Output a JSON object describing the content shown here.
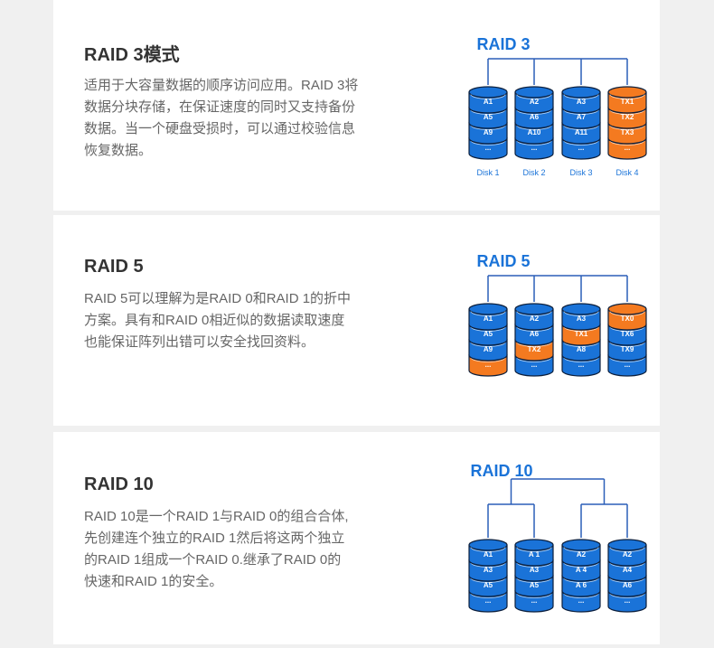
{
  "colors": {
    "blue": "#1a73d8",
    "orange": "#f47a20",
    "line": "#2b5fb8"
  },
  "sections": [
    {
      "title": "RAID 3模式",
      "desc_lines": [
        "适用于大容量数据的顺序访问应用。RAID 3将",
        "数据分块存储，在保证速度的同时又支持备份",
        "数据。当一个硬盘受损时，可以通过校验信息",
        "恢复数据。"
      ],
      "diagram_title": "RAID 3",
      "disks": [
        {
          "label": "Disk 1",
          "cells": [
            "A1",
            "A5",
            "A9",
            "..."
          ],
          "orange": []
        },
        {
          "label": "Disk 2",
          "cells": [
            "A2",
            "A6",
            "A10",
            "..."
          ],
          "orange": []
        },
        {
          "label": "Disk 3",
          "cells": [
            "A3",
            "A7",
            "A11",
            "..."
          ],
          "orange": []
        },
        {
          "label": "Disk 4",
          "cells": [
            "TX1",
            "TX2",
            "TX3",
            "..."
          ],
          "orange": [
            0,
            1,
            2,
            3
          ]
        }
      ]
    },
    {
      "title": "RAID 5",
      "desc_lines": [
        "RAID 5可以理解为是RAID 0和RAID 1的折中",
        "方案。具有和RAID 0相近似的数据读取速度",
        "也能保证阵列出错可以安全找回资料。"
      ],
      "diagram_title": "RAID  5",
      "disks": [
        {
          "label": "",
          "cells": [
            "A1",
            "A5",
            "A9",
            "..."
          ],
          "orange": [
            3
          ]
        },
        {
          "label": "",
          "cells": [
            "A2",
            "A6",
            "TX2",
            "..."
          ],
          "orange": [
            2
          ]
        },
        {
          "label": "",
          "cells": [
            "A3",
            "TX1",
            "A8",
            "..."
          ],
          "orange": [
            1
          ]
        },
        {
          "label": "",
          "cells": [
            "TX0",
            "TX6",
            "TX9",
            "..."
          ],
          "orange": [
            0
          ]
        }
      ]
    },
    {
      "title": "RAID 10",
      "desc_lines": [
        "RAID 10是一个RAID 1与RAID 0的组合合体,",
        "先创建连个独立的RAID 1然后将这两个独立",
        "的RAID 1组成一个RAID 0.继承了RAID 0的",
        "快速和RAID 1的安全。"
      ],
      "diagram_title": "RAID 10",
      "disks": [
        {
          "label": "",
          "cells": [
            "A1",
            "A3",
            "A5",
            "..."
          ],
          "orange": []
        },
        {
          "label": "",
          "cells": [
            "A 1",
            "A3",
            "A5",
            "..."
          ],
          "orange": []
        },
        {
          "label": "",
          "cells": [
            "A2",
            "A 4",
            "A 6",
            "..."
          ],
          "orange": []
        },
        {
          "label": "",
          "cells": [
            "A2",
            "A4",
            "A6",
            "..."
          ],
          "orange": []
        }
      ]
    }
  ]
}
